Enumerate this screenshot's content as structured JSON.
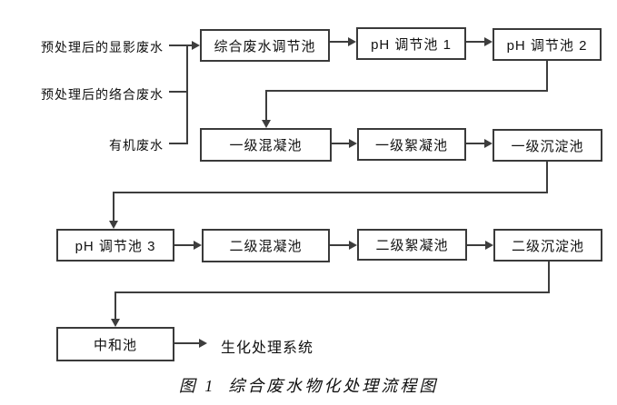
{
  "diagram": {
    "sources": {
      "developing": "预处理后的显影废水",
      "complexing": "预处理后的络合废水",
      "organic": "有机废水"
    },
    "nodes": {
      "regulating": "综合废水调节池",
      "ph1": "pH 调节池 1",
      "ph2": "pH 调节池 2",
      "mix1": "一级混凝池",
      "floc1": "一级絮凝池",
      "sed1": "一级沉淀池",
      "ph3": "pH 调节池 3",
      "mix2": "二级混凝池",
      "floc2": "二级絮凝池",
      "sed2": "二级沉淀池",
      "neutral": "中和池"
    },
    "output": {
      "label": "生化处理系统"
    },
    "caption": {
      "figure_label": "图 1",
      "title": "综合废水物化处理流程图"
    },
    "colors": {
      "line": "#3d3d3d",
      "box_border": "#3a3a3a",
      "text": "#111111",
      "background": "#ffffff"
    }
  }
}
